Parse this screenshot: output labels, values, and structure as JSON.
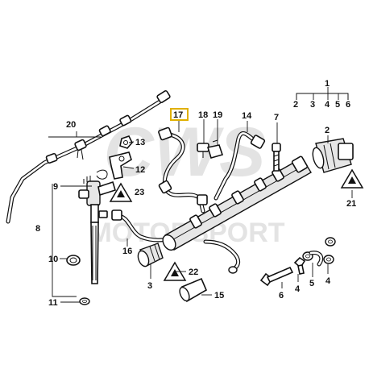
{
  "watermark": {
    "line1": "CWS",
    "line2": "MOTORSPORT"
  },
  "highlight_color": "#e0b000",
  "labels": {
    "p1": "1",
    "p2": "2",
    "p3": "3",
    "p4": "4",
    "p5": "5",
    "p6": "6",
    "p7": "7",
    "p8": "8",
    "p9": "9",
    "p10": "10",
    "p11": "11",
    "p12": "12",
    "p13": "13",
    "p14": "14",
    "p15": "15",
    "p16": "16",
    "p17": "17",
    "p18": "18",
    "p19": "19",
    "p20": "20",
    "p21": "21",
    "p22": "22",
    "p23": "23"
  },
  "group_1_parts": [
    "2",
    "3",
    "4",
    "5",
    "6"
  ],
  "warning_icons": [
    "warning-triangle-icon"
  ]
}
